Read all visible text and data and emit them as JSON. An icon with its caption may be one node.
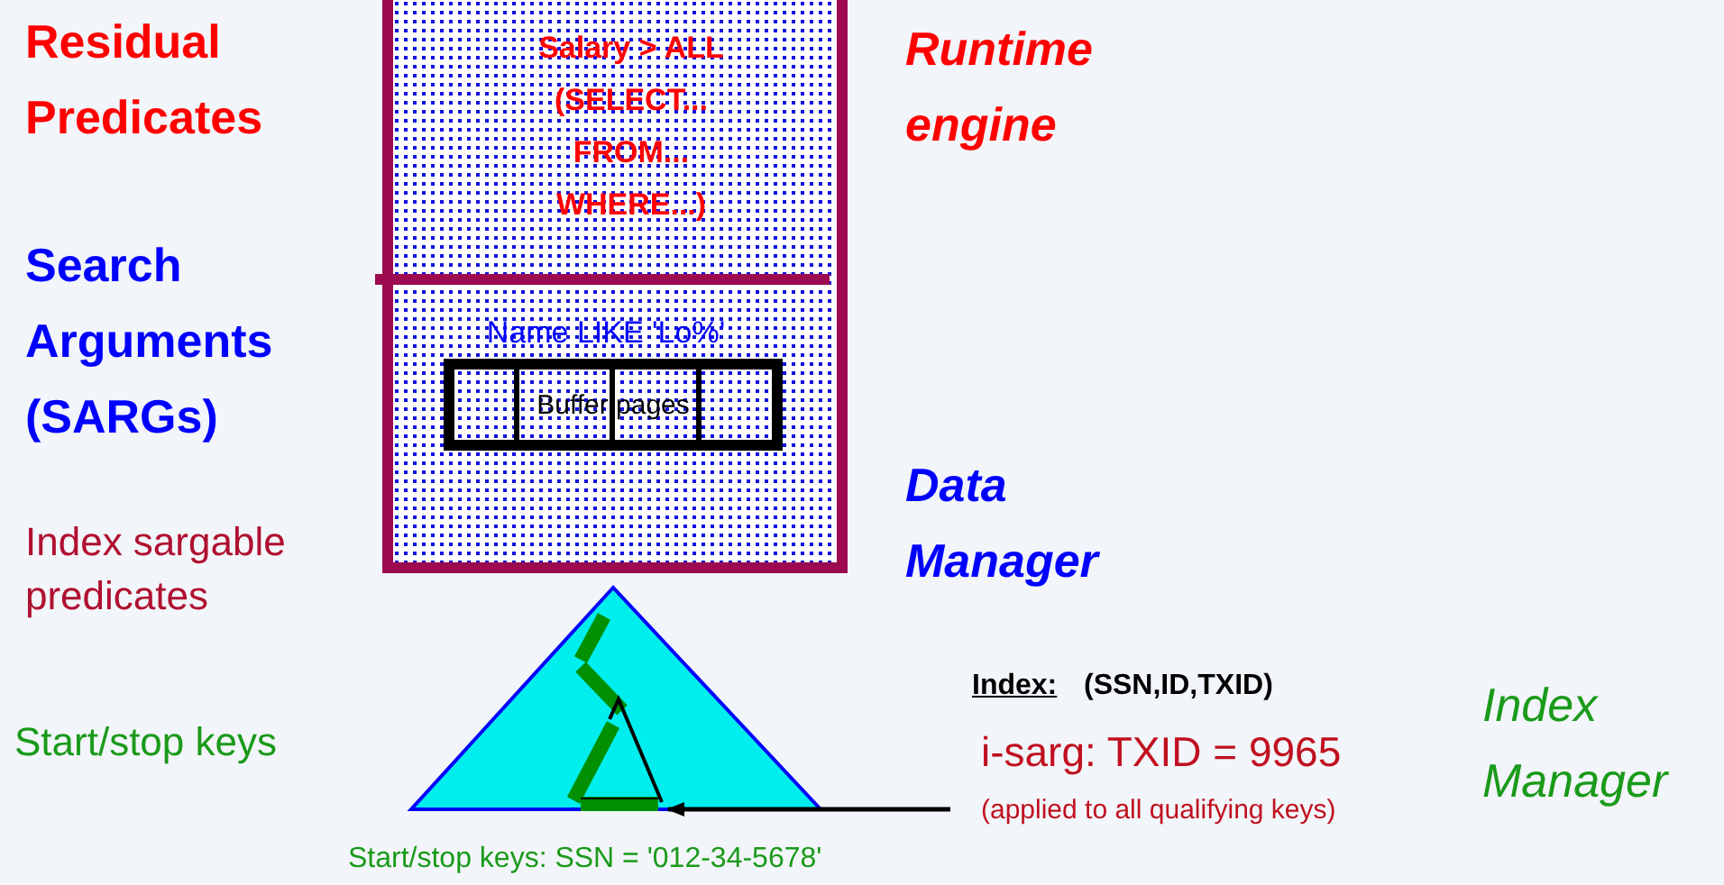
{
  "diagram": {
    "nodes": [
      {
        "text": [
          "Salary > ALL (SELECT... FROM... WHERE...)",
          "Name LIKE 'Lo%'"
        ]
      },
      {
        "text": [
          "Buffer pages"
        ],
        "in": 0
      },
      {
        "text": [],
        "shape": "triangle"
      }
    ],
    "edges": [
      {
        "from": null,
        "to": 2,
        "arrow": "to"
      }
    ],
    "labels": [
      "Residual Predicates",
      "Runtime engine",
      "Search Arguments (SARGs)",
      "Data Manager",
      "Index sargable predicates",
      "Start/stop keys",
      "Index:",
      "(SSN,ID,TXID)",
      "Index Manager",
      "i-sarg: TXID = 9965",
      "(applied to all qualifying keys)",
      "Start/stop keys: SSN = '012-34-5678'"
    ]
  }
}
